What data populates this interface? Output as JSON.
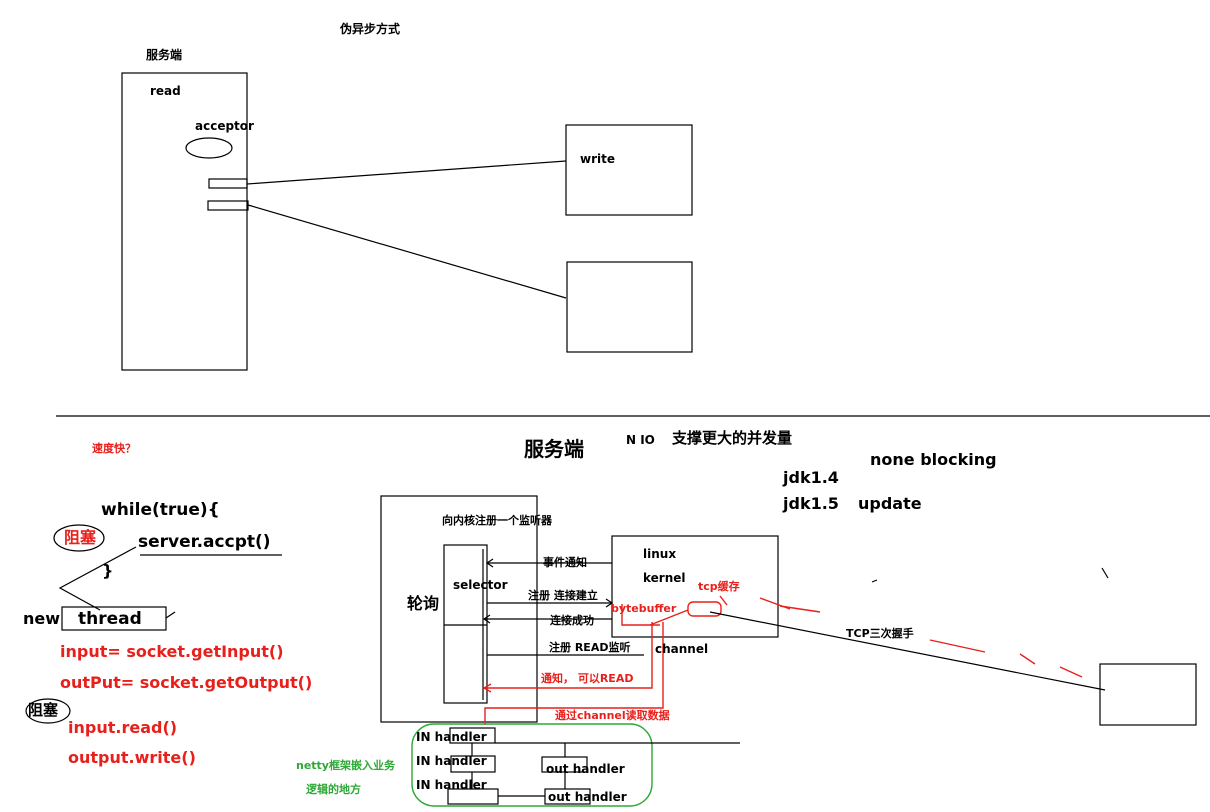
{
  "colors": {
    "ink": "#000000",
    "red": "#e8201c",
    "green": "#2ea836"
  },
  "top": {
    "title": "伪异步方式",
    "server_label": "服务端",
    "read_label": "read",
    "acceptor_label": "acceptor",
    "write_label": "write"
  },
  "bottom": {
    "speed_note": "速度快？",
    "server_title": "服务端",
    "nio_label": "N IO",
    "concurrency_label": "支撑更大的并发量",
    "none_blocking": "none blocking",
    "jdk14": "jdk1.4",
    "jdk15": "jdk1.5",
    "update": "update",
    "register_listener": "向内核注册一个监听器",
    "poll_label": "轮询",
    "selector_label": "selector",
    "linux_label": "linux",
    "kernel_label": "kernel",
    "event_notify": "事件通知",
    "register_connect": "注册 连接建立",
    "bytebuffer": "bytebuffer",
    "tcp_cache": "tcp缓存",
    "connect_success": "连接成功",
    "register_read": "注册 READ监听",
    "channel_label": "channel",
    "notify_read": "通知， 可以READ",
    "read_via_channel": "通过channel读取数据",
    "tcp_handshake": "TCP三次握手",
    "netty_note_line1": "netty框架嵌入业务",
    "netty_note_line2": "逻辑的地方",
    "in_handlers": [
      "IN handler",
      "IN handler",
      "IN handler"
    ],
    "out_handlers": [
      "out handler",
      "out handler"
    ]
  },
  "code": {
    "while_line": "while(true){",
    "blocking_1": "阻塞",
    "accept_line": "server.accpt()",
    "close_brace": "}",
    "new_label": "new",
    "thread_label": "thread",
    "input_line": "input= socket.getInput()",
    "output_line": "outPut= socket.getOutput()",
    "blocking_2": "阻塞",
    "read_line": "input.read()",
    "write_line": "output.write()"
  }
}
